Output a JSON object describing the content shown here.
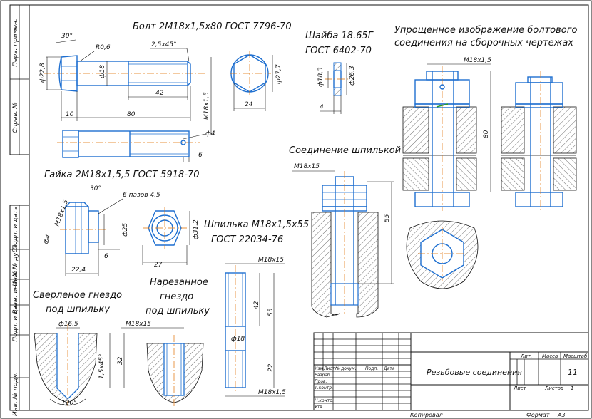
{
  "colors": {
    "outline": "#1e6fd0",
    "axis": "#e07000",
    "frame": "#111111",
    "thread_mark": "#2a9d2a"
  },
  "side_strip": [
    "Перв. примен.",
    "Справ. №",
    "Подп. и дата",
    "Инв. № дубл.",
    "Взам. инв. №",
    "Подп. и дата",
    "Инв. № подл."
  ],
  "bolt": {
    "title": "Болт 2М18х1,5х80 ГОСТ 7796-70",
    "dims": {
      "angle": "30°",
      "radius": "R0,6",
      "chamfer": "2,5х45°",
      "head_dia": "ф22,8",
      "shank_dia": "ф18",
      "thread_len": "42",
      "head_h": "10",
      "length": "80",
      "thread": "М18х1,5",
      "across_flats": "24",
      "across_corners": "ф27,7",
      "hole_dia": "ф4",
      "hole_pos": "6"
    }
  },
  "washer": {
    "title_1": "Шайба 18.65Г",
    "title_2": "ГОСТ 6402-70",
    "dims": {
      "inner": "ф18,3",
      "outer": "ф26,3",
      "thick": "4"
    }
  },
  "assembly": {
    "title_1": "Упрощенное изображение болтового",
    "title_2": "соединения на сборочных чертежах",
    "dims": {
      "thread": "М18х1,5",
      "length": "80"
    }
  },
  "stud_joint": {
    "title": "Соединение шпилькой",
    "dims": {
      "thread": "М18х15",
      "length": "55"
    }
  },
  "nut": {
    "title": "Гайка 2М18х1,5,5 ГОСТ 5918-70",
    "dims": {
      "angle": "30°",
      "slots": "6 пазов 4,5",
      "thread": "М18х1,5",
      "hole": "ф4",
      "dia": "ф25",
      "slot_depth": "6",
      "height": "22,4",
      "across_flats": "27",
      "across_corners": "ф31,2"
    }
  },
  "stud": {
    "title_1": "Шпилька М18х1,5х55",
    "title_2": "ГОСТ 22034-76",
    "dims": {
      "thread_top": "М18х15",
      "thread_len": "42",
      "length": "55",
      "dia": "ф18",
      "screw_end": "22",
      "thread_bottom": "М18х1,5"
    }
  },
  "drilled": {
    "title_1": "Сверленое гнездо",
    "title_2": "под шпильку",
    "dims": {
      "dia": "ф16,5",
      "chamfer": "1,5х45°",
      "depth": "32",
      "angle": "120°"
    }
  },
  "tapped": {
    "title_1": "Нарезанное",
    "title_2": "гнездо",
    "title_3": "под шпильку",
    "dims": {
      "thread": "М18х15"
    }
  },
  "title_block": {
    "name": "Резьбовые соединения",
    "col_headers": [
      "Изм",
      "Лист",
      "№ докум.",
      "Подп.",
      "Дата"
    ],
    "rows": [
      "Разраб.",
      "Пров.",
      "Т.контр.",
      "",
      "Н.контр.",
      "Утв."
    ],
    "lit_label": "Лит.",
    "mass_label": "Масса",
    "scale_label": "Масштаб",
    "scale_value": "11",
    "sheet_label": "Лист",
    "sheets_label": "Листов",
    "sheets_value": "1",
    "bottom_left": "Копировал",
    "bottom_right": "Формат",
    "format_value": "А3"
  }
}
